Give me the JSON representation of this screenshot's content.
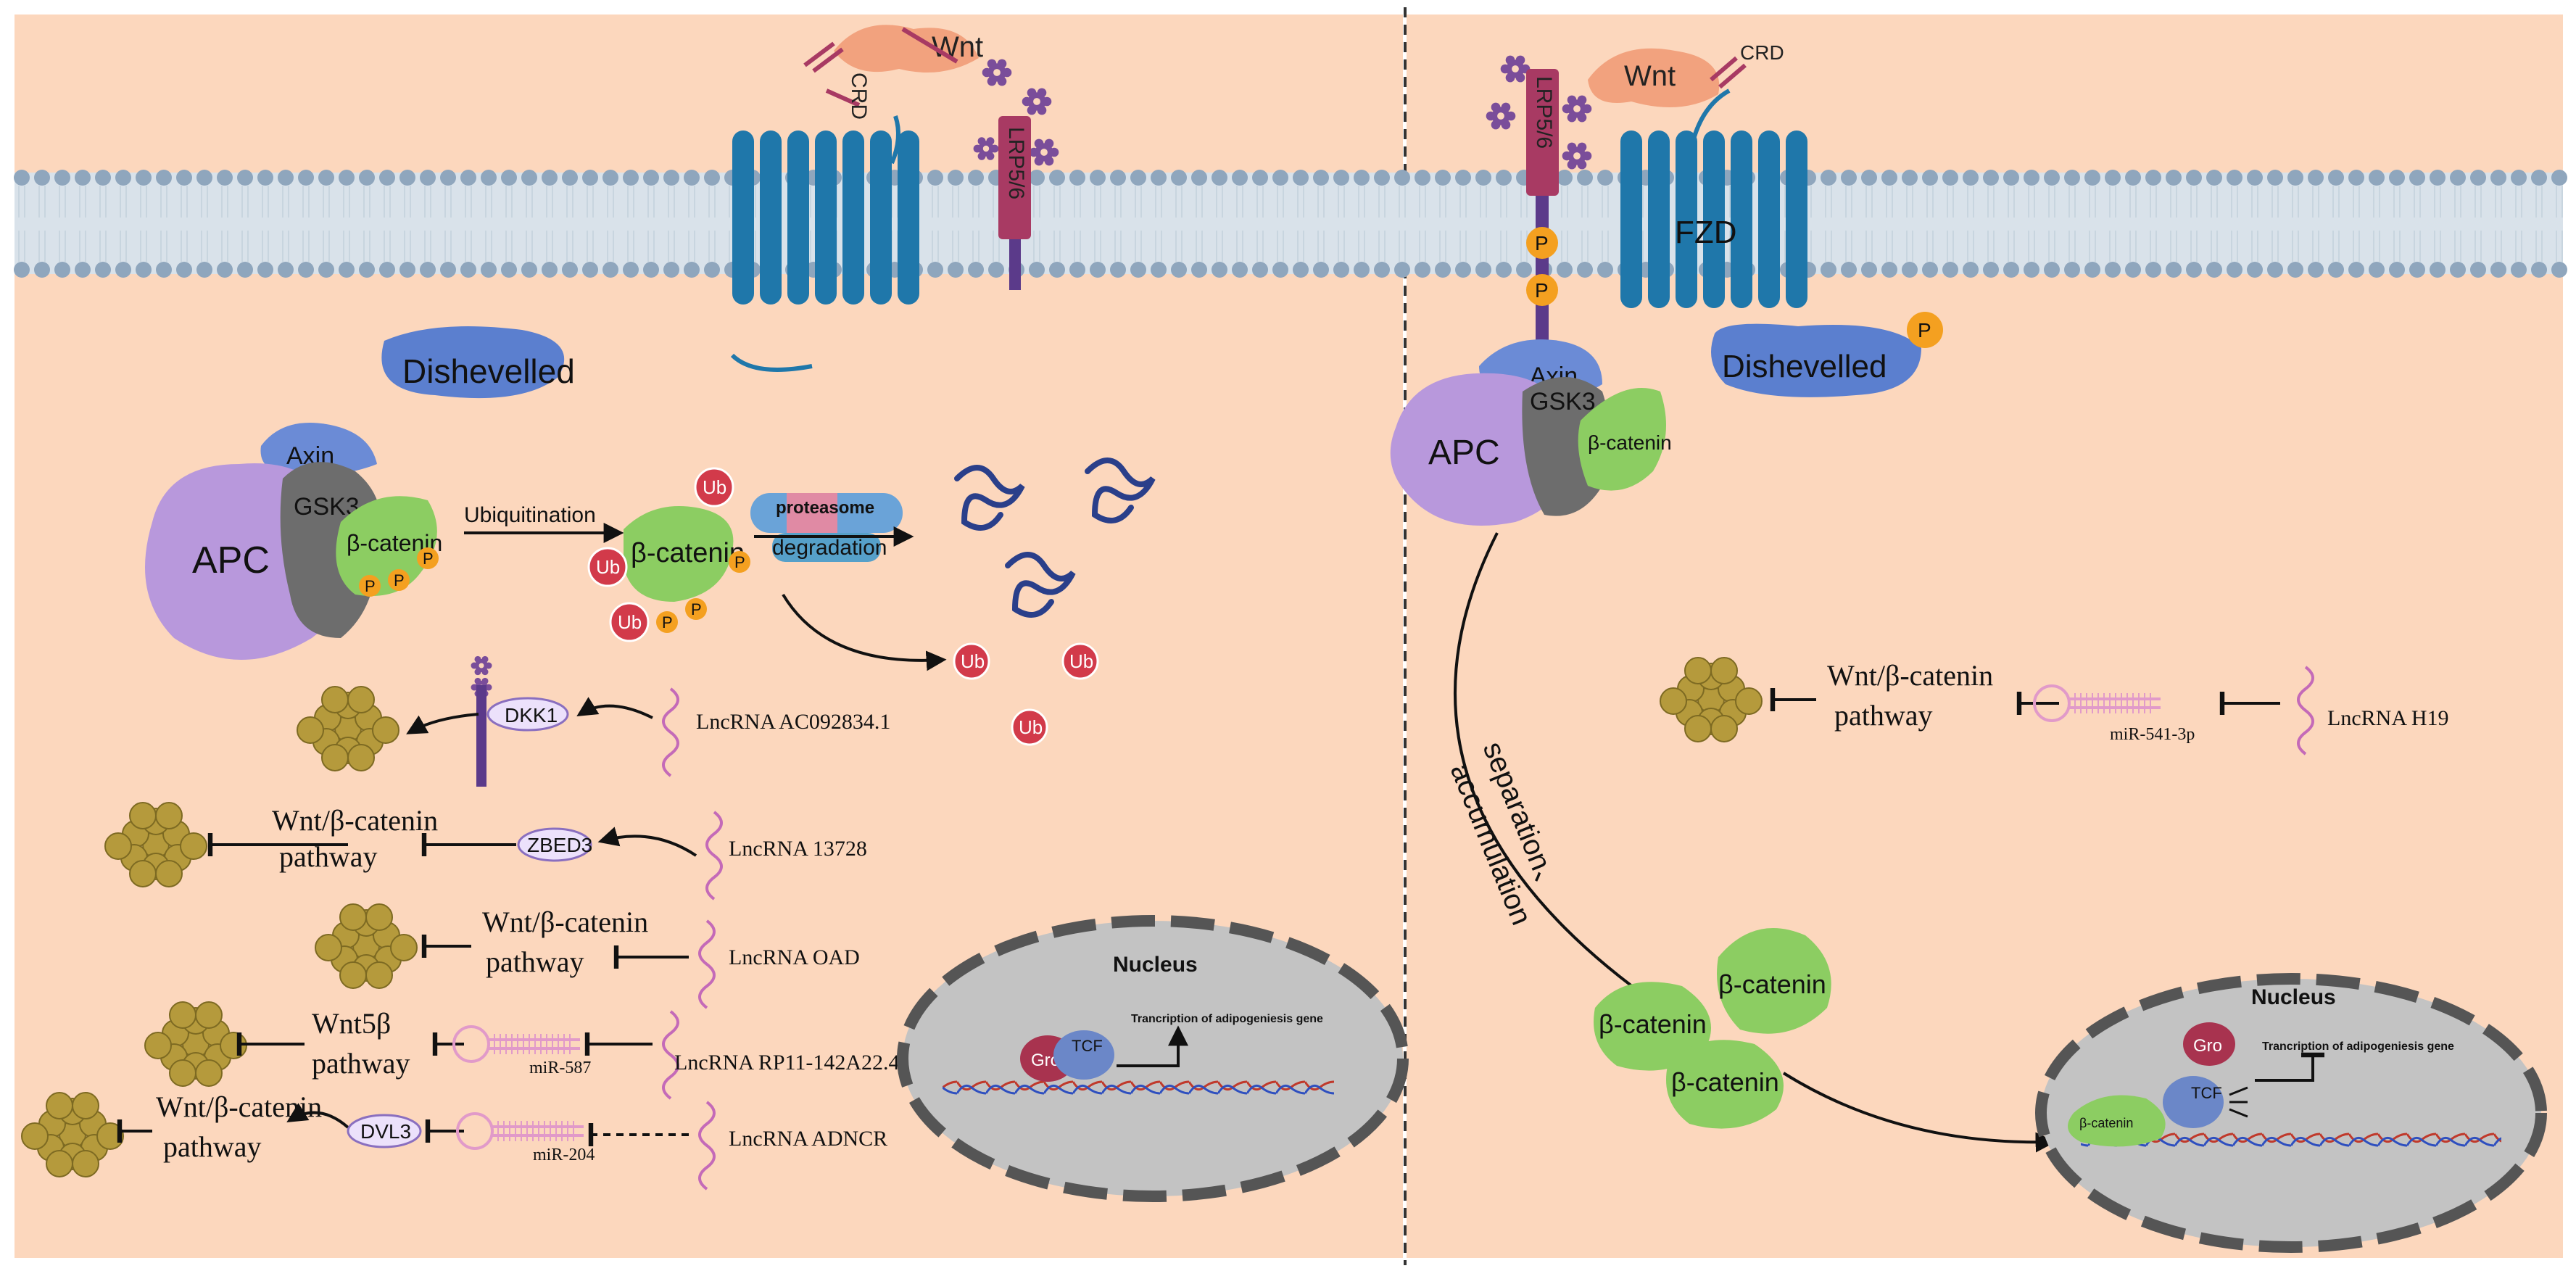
{
  "colors": {
    "background": "#fcd7bd",
    "membrane_head": "#8fa6bd",
    "membrane_tail": "#c8d5df",
    "receptor": "#1f77aa",
    "wnt": "#f2a27e",
    "lrp": "#a83a63",
    "dishevelled": "#5b7fcf",
    "apc": "#b898dc",
    "axin": "#6b8bd6",
    "gsk3": "#6d6d6d",
    "beta_catenin": "#8ccd62",
    "ub": "#d23a4a",
    "phosphate": "#f4a020",
    "adipocyte": "#b59a3c",
    "lncrna": "#c46ab8",
    "mirna": "#e19ac9",
    "nucleus": "#c3c3c3",
    "nucleus_border": "#555555"
  },
  "left": {
    "wnt_label": "Wnt",
    "crd_label": "CRD",
    "lrp_label": "LRP5/6",
    "dishevelled_label": "Dishevelled",
    "complex": {
      "apc": "APC",
      "axin": "Axin",
      "gsk3": "GSK3",
      "beta_catenin": "β-catenin",
      "p": "P"
    },
    "ubiquitination_label": "Ubiquitination",
    "beta_catenin_label": "β-catenin",
    "ub_label": "Ub",
    "proteasome_label": "proteasome",
    "degradation_label": "degradation",
    "rows": [
      {
        "lnc": "LncRNA AC092834.1",
        "mid": "DKK1"
      },
      {
        "lnc": "LncRNA 13728",
        "mid": "ZBED3",
        "pathway_line1": "Wnt/β-catenin",
        "pathway_line2": "pathway"
      },
      {
        "lnc": "LncRNA OAD",
        "pathway_line1": "Wnt/β-catenin",
        "pathway_line2": "pathway"
      },
      {
        "lnc": "LncRNA RP11-142A22.4",
        "mirna": "miR-587",
        "pathway_line1": "Wnt5β",
        "pathway_line2": "pathway"
      },
      {
        "lnc": "LncRNA ADNCR",
        "mirna": "miR-204",
        "mid": "DVL3",
        "pathway_line1": "Wnt/β-catenin",
        "pathway_line2": "pathway"
      }
    ],
    "nucleus": {
      "title": "Nucleus",
      "gro": "Gro",
      "tcf": "TCF",
      "transcription": "Trancription of adipogeniesis gene"
    }
  },
  "right": {
    "wnt_label": "Wnt",
    "crd_label": "CRD",
    "lrp_label": "LRP5/6",
    "fzd_label": "FZD",
    "p_label": "P",
    "dishevelled_label": "Dishevelled",
    "complex": {
      "apc": "APC",
      "axin": "Axin",
      "gsk3": "GSK3",
      "beta_catenin": "β-catenin"
    },
    "h19_row": {
      "pathway_line1": "Wnt/β-catenin",
      "pathway_line2": "pathway",
      "mirna": "miR-541-3p",
      "lnc": "LncRNA H19"
    },
    "separation_line1": "separation、",
    "separation_line2": "accumulation",
    "beta_catenin_label": "β-catenin",
    "nucleus": {
      "title": "Nucleus",
      "gro": "Gro",
      "tcf": "TCF",
      "beta_catenin": "β-catenin",
      "transcription": "Trancription of adipogeniesis gene"
    }
  }
}
